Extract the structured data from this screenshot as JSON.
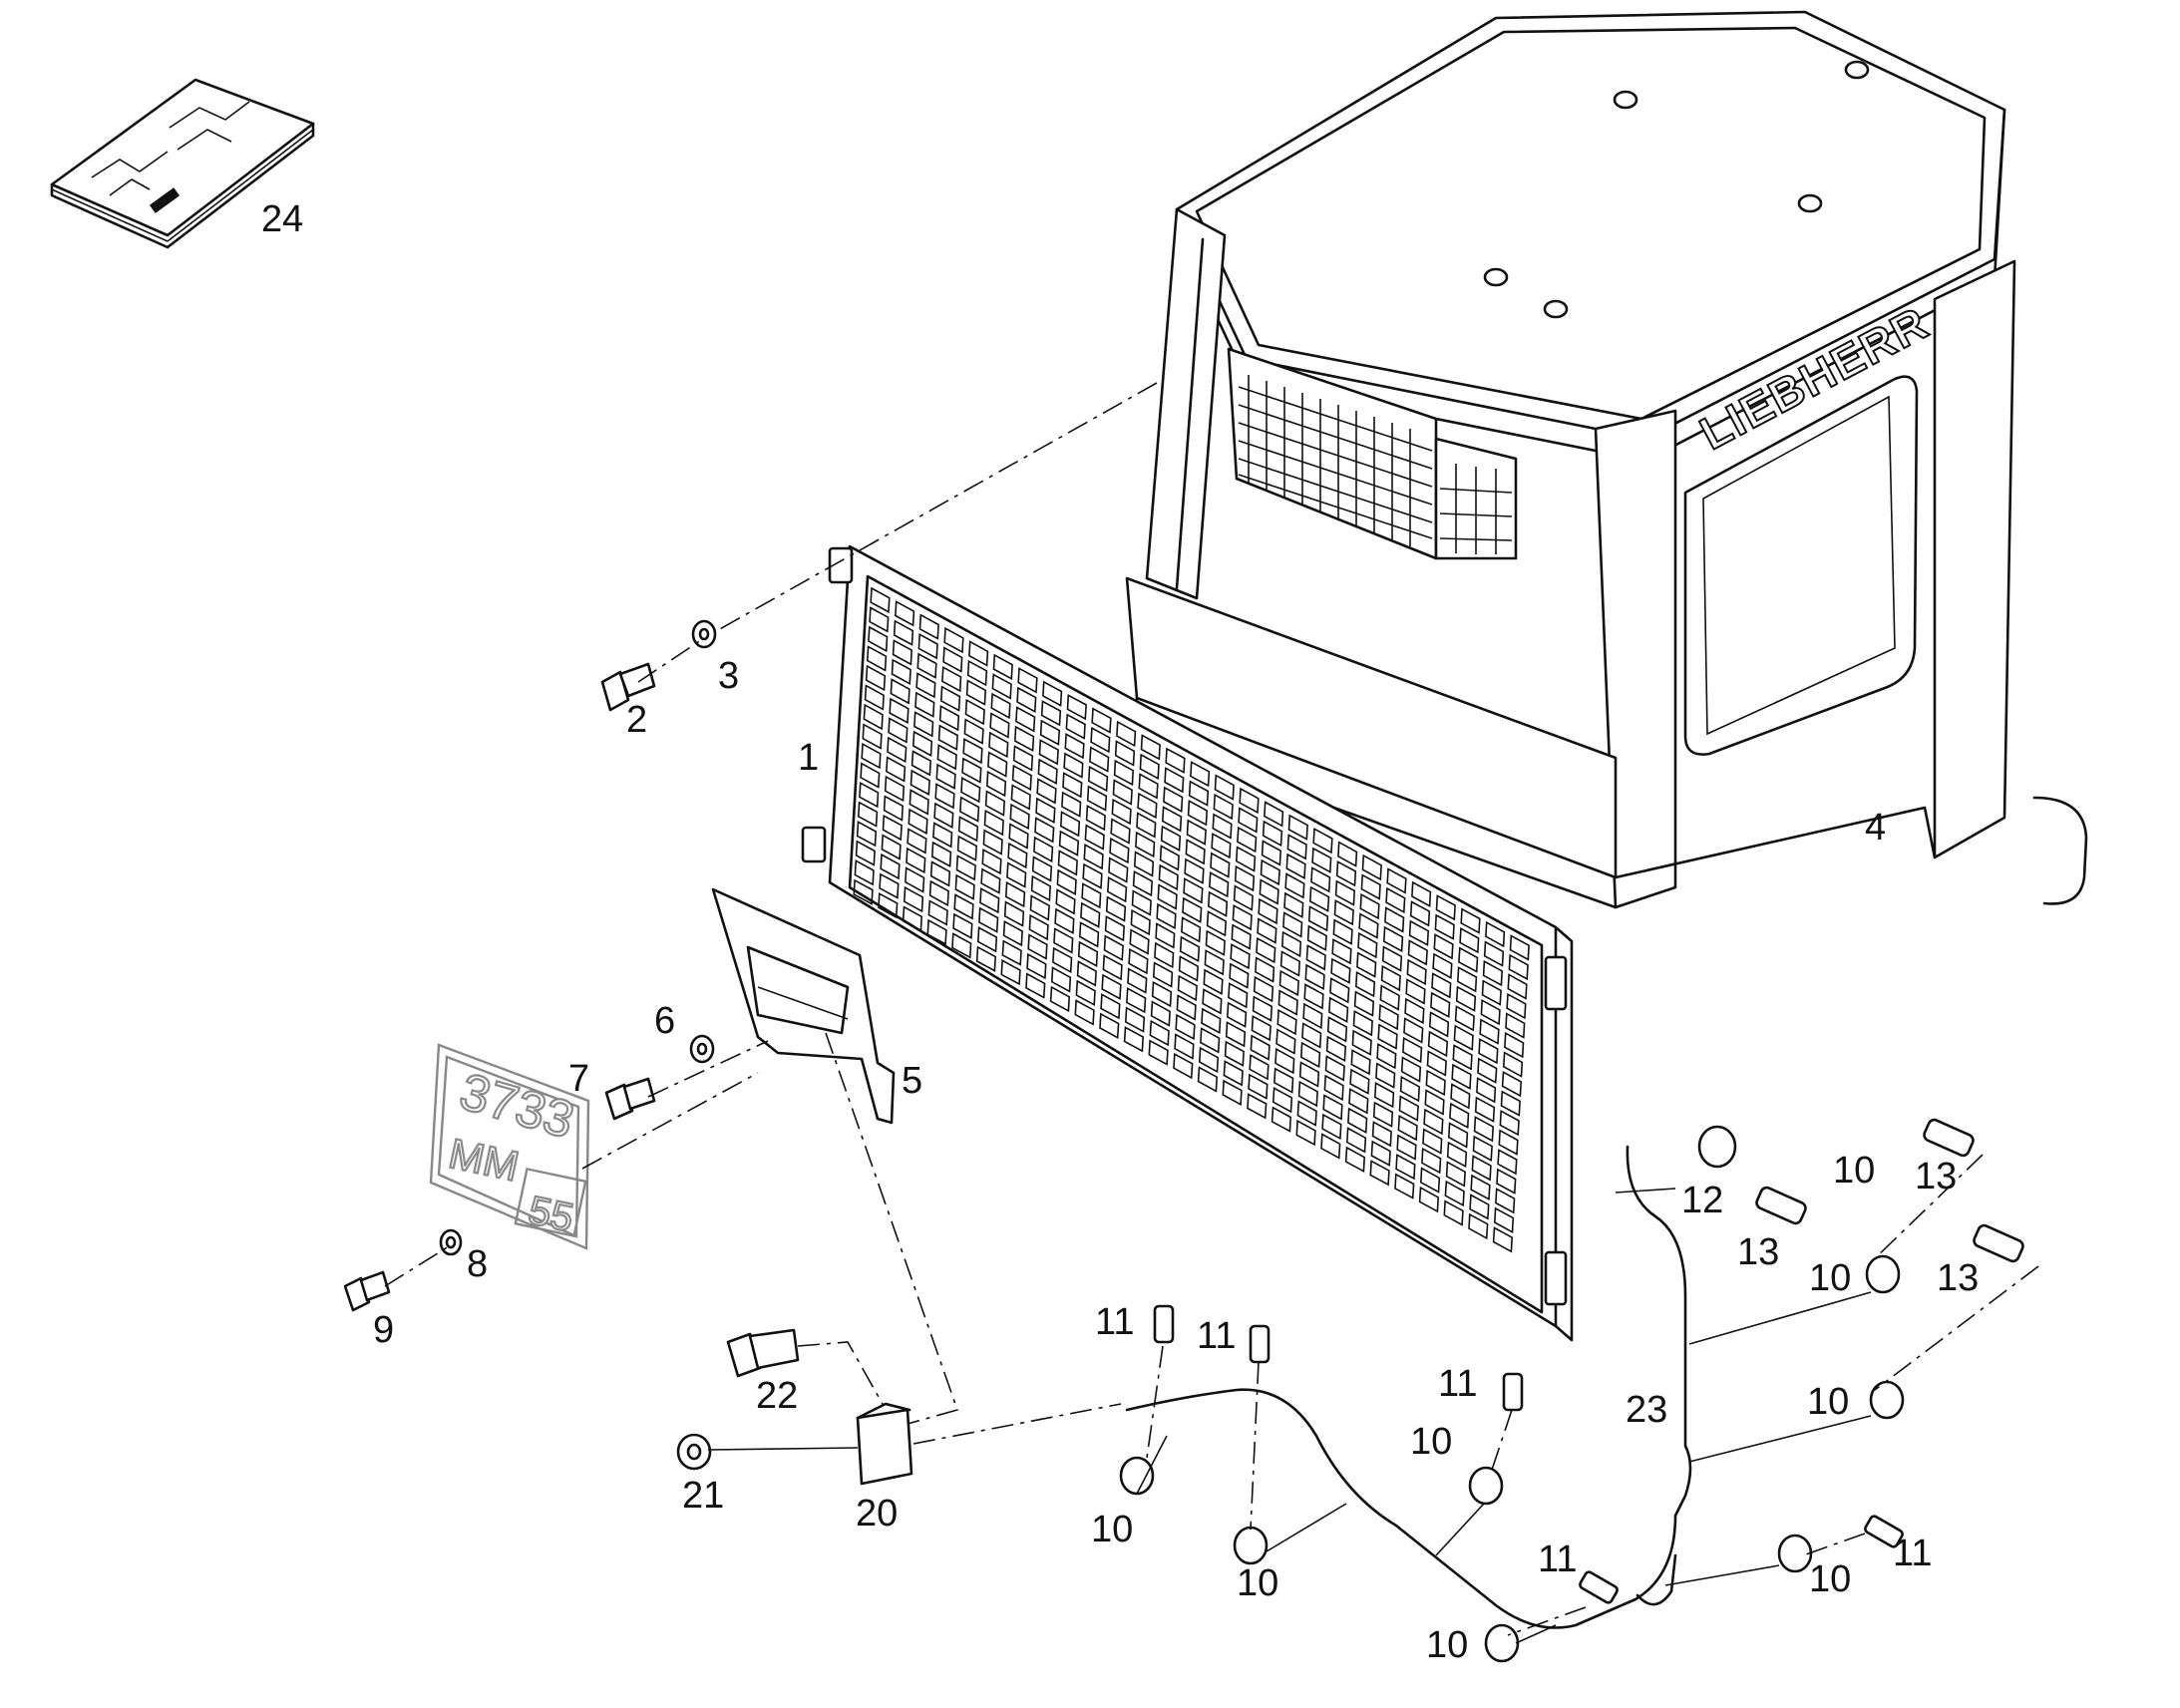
{
  "diagram": {
    "brand_text": "LIEBHERR",
    "plate": {
      "line1": "3733",
      "line2_left": "MM",
      "line2_box": "55"
    },
    "callouts": [
      {
        "id": "c24",
        "text": "24"
      },
      {
        "id": "c1",
        "text": "1"
      },
      {
        "id": "c2",
        "text": "2"
      },
      {
        "id": "c3",
        "text": "3"
      },
      {
        "id": "c4",
        "text": "4"
      },
      {
        "id": "c5",
        "text": "5"
      },
      {
        "id": "c6",
        "text": "6"
      },
      {
        "id": "c7",
        "text": "7"
      },
      {
        "id": "c8",
        "text": "8"
      },
      {
        "id": "c9",
        "text": "9"
      },
      {
        "id": "c10a",
        "text": "10"
      },
      {
        "id": "c10b",
        "text": "10"
      },
      {
        "id": "c10c",
        "text": "10"
      },
      {
        "id": "c10d",
        "text": "10"
      },
      {
        "id": "c10e",
        "text": "10"
      },
      {
        "id": "c10f",
        "text": "10"
      },
      {
        "id": "c10g",
        "text": "10"
      },
      {
        "id": "c10h",
        "text": "10"
      },
      {
        "id": "c11a",
        "text": "11"
      },
      {
        "id": "c11b",
        "text": "11"
      },
      {
        "id": "c11c",
        "text": "11"
      },
      {
        "id": "c11d",
        "text": "11"
      },
      {
        "id": "c11e",
        "text": "11"
      },
      {
        "id": "c12",
        "text": "12"
      },
      {
        "id": "c13a",
        "text": "13"
      },
      {
        "id": "c13b",
        "text": "13"
      },
      {
        "id": "c13c",
        "text": "13"
      },
      {
        "id": "c20",
        "text": "20"
      },
      {
        "id": "c21",
        "text": "21"
      },
      {
        "id": "c22",
        "text": "22"
      },
      {
        "id": "c23",
        "text": "23"
      }
    ]
  }
}
